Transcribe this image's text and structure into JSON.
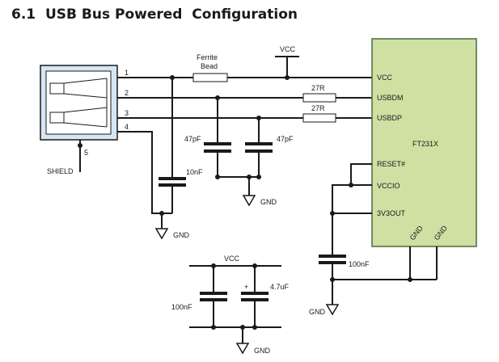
{
  "heading": {
    "number": "6.1",
    "title": "USB Bus Powered  Configuration"
  },
  "usb_connector": {
    "pins": [
      "1",
      "2",
      "3",
      "4"
    ],
    "shield_pin": "5",
    "shield_label": "SHIELD"
  },
  "ferrite": {
    "line1": "Ferrite",
    "line2": "Bead"
  },
  "resistors": {
    "r_dm": "27R",
    "r_dp": "27R"
  },
  "capacitors": {
    "c_dm": "47pF",
    "c_dp": "47pF",
    "c_vbus": "10nF",
    "c_3v3": "100nF",
    "c_bulk_small": "100nF",
    "c_bulk_large_polarity": "+",
    "c_bulk_large": "4.7uF"
  },
  "power_labels": {
    "vcc_top": "VCC",
    "vcc_decoupling": "VCC",
    "gnd": "GND"
  },
  "ic": {
    "name": "FT231X",
    "pins": {
      "vcc": "VCC",
      "usbdm": "USBDM",
      "usbdp": "USBDP",
      "reset": "RESET#",
      "vccio": "VCCIO",
      "v3v3out": "3V3OUT",
      "gnd1": "GND",
      "gnd2": "GND"
    },
    "fill_color": "#cfe0a3",
    "border_color": "#4a6b3a"
  },
  "colors": {
    "connector_fill": "#d6e6f4",
    "wire": "#1a1a1a"
  }
}
